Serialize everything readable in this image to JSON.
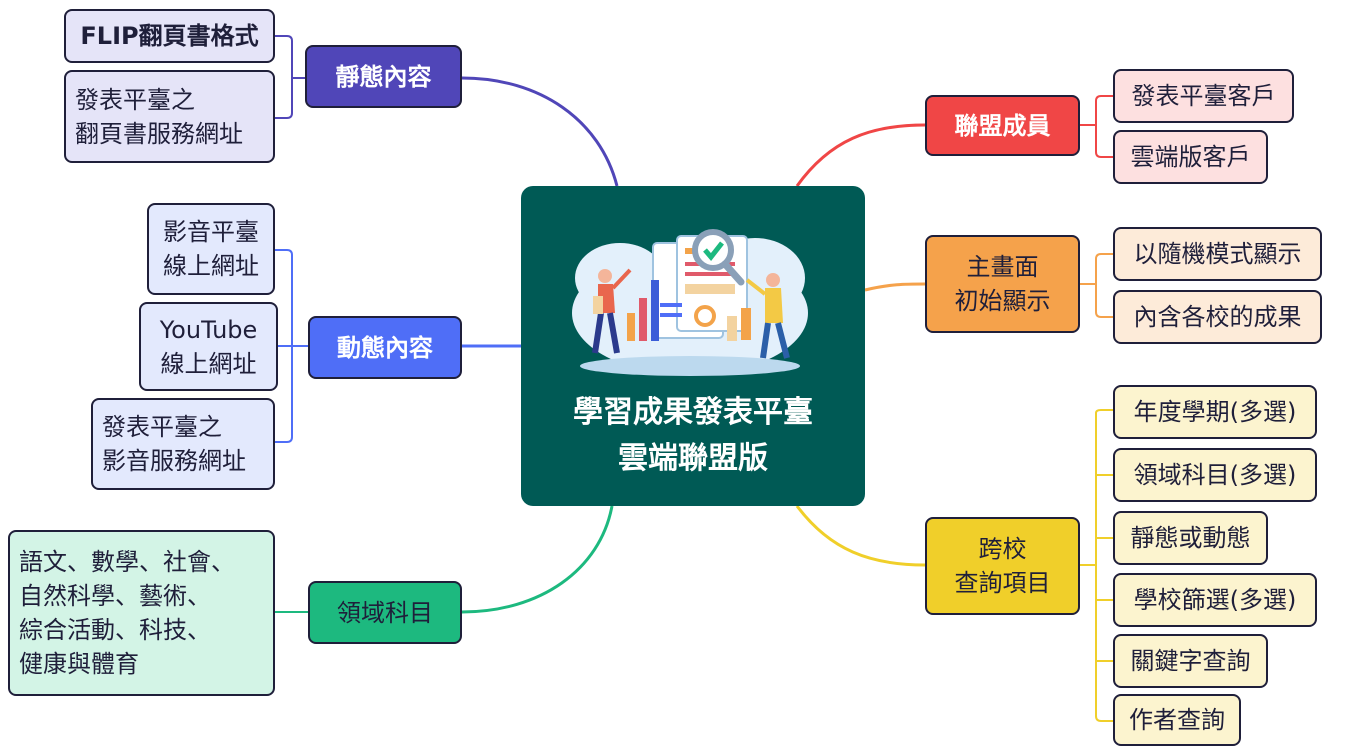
{
  "center": {
    "title": "學習成果發表平臺\n雲端聯盟版"
  },
  "branches": {
    "static": {
      "label": "靜態內容",
      "color": "#5046b8",
      "children": [
        "FLIP翻頁書格式",
        "發表平臺之\n翻頁書服務網址"
      ]
    },
    "dynamic": {
      "label": "動態內容",
      "color": "#4f6ef7",
      "children": [
        "影音平臺\n線上網址",
        "YouTube\n線上網址",
        "發表平臺之\n影音服務網址"
      ]
    },
    "subjects": {
      "label": "領域科目",
      "color": "#1db97f",
      "children": [
        "語文、數學、社會、\n自然科學、藝術、\n綜合活動、科技、\n健康與體育"
      ]
    },
    "members": {
      "label": "聯盟成員",
      "color": "#f04646",
      "children": [
        "發表平臺客戶",
        "雲端版客戶"
      ]
    },
    "main_screen": {
      "label": "主畫面\n初始顯示",
      "color": "#f5a24b",
      "children": [
        "以隨機模式顯示",
        "內含各校的成果"
      ]
    },
    "query": {
      "label": "跨校\n查詢項目",
      "color": "#f0cf2a",
      "children": [
        "年度學期(多選)",
        "領域科目(多選)",
        "靜態或動態",
        "學校篩選(多選)",
        "關鍵字查詢",
        "作者查詢"
      ]
    }
  }
}
